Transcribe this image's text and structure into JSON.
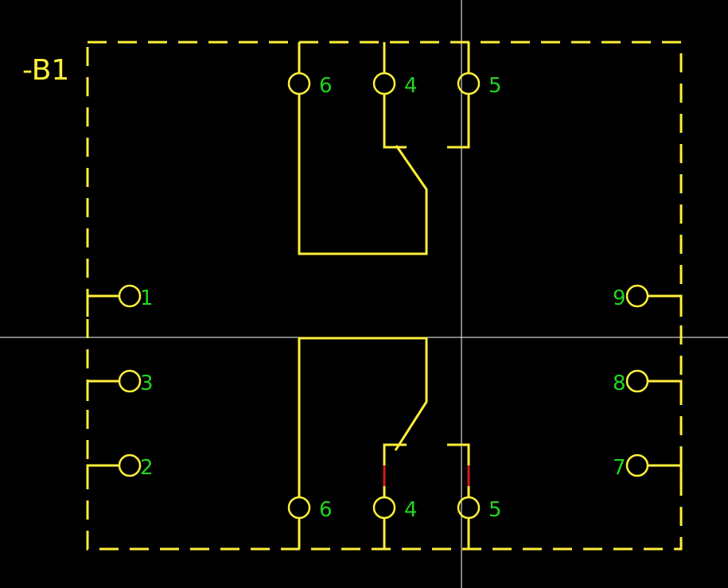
{
  "component": {
    "reference": "-B1",
    "colors": {
      "background": "#000000",
      "symbol": "#ffef3a",
      "pin_label": "#22d422",
      "highlight": "#d41a1a",
      "crosshair": "#ffffff"
    }
  },
  "upper_contact": {
    "pins": [
      "6",
      "4",
      "5"
    ]
  },
  "lower_contact": {
    "pins": [
      "6",
      "4",
      "5"
    ]
  },
  "left_pins": [
    "1",
    "3",
    "2"
  ],
  "right_pins": [
    "9",
    "8",
    "7"
  ]
}
